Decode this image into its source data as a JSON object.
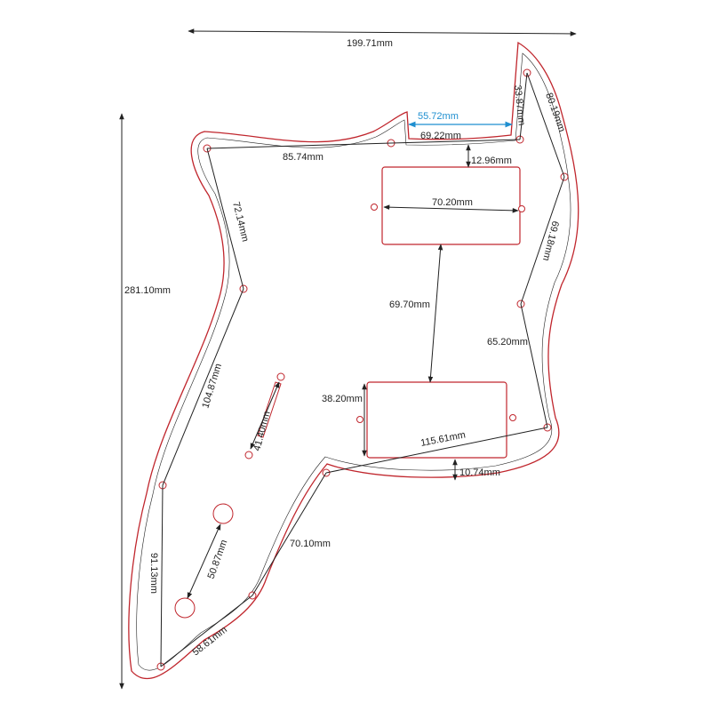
{
  "colors": {
    "outline_outer": "#c0262d",
    "outline_inner": "#222222",
    "dimension": "#222222",
    "highlight_dimension": "#1f8fd0"
  },
  "overall": {
    "width_label": "199.71mm",
    "height_label": "281.10mm"
  },
  "measurements": {
    "notch_width": "55.72mm",
    "top_edge": "69.22mm",
    "top_right_height": "33.87mm",
    "top_left_edge": "85.74mm",
    "right_upper": "80.19mm",
    "neck_to_pickup": "12.96mm",
    "pickup_width": "70.20mm",
    "left_upper": "72.14mm",
    "right_middle": "69.18mm",
    "pickup_spacing": "69.70mm",
    "right_lower": "65.20mm",
    "left_middle": "104.87mm",
    "slot_length": "41.40mm",
    "pickup_height": "38.20mm",
    "bottom_diagonal": "115.61mm",
    "pickup_to_edge": "10.74mm",
    "control_spacing": "50.87mm",
    "left_lower": "91.13mm",
    "lower_horn": "70.10mm",
    "bottom_edge": "58.61mm"
  }
}
